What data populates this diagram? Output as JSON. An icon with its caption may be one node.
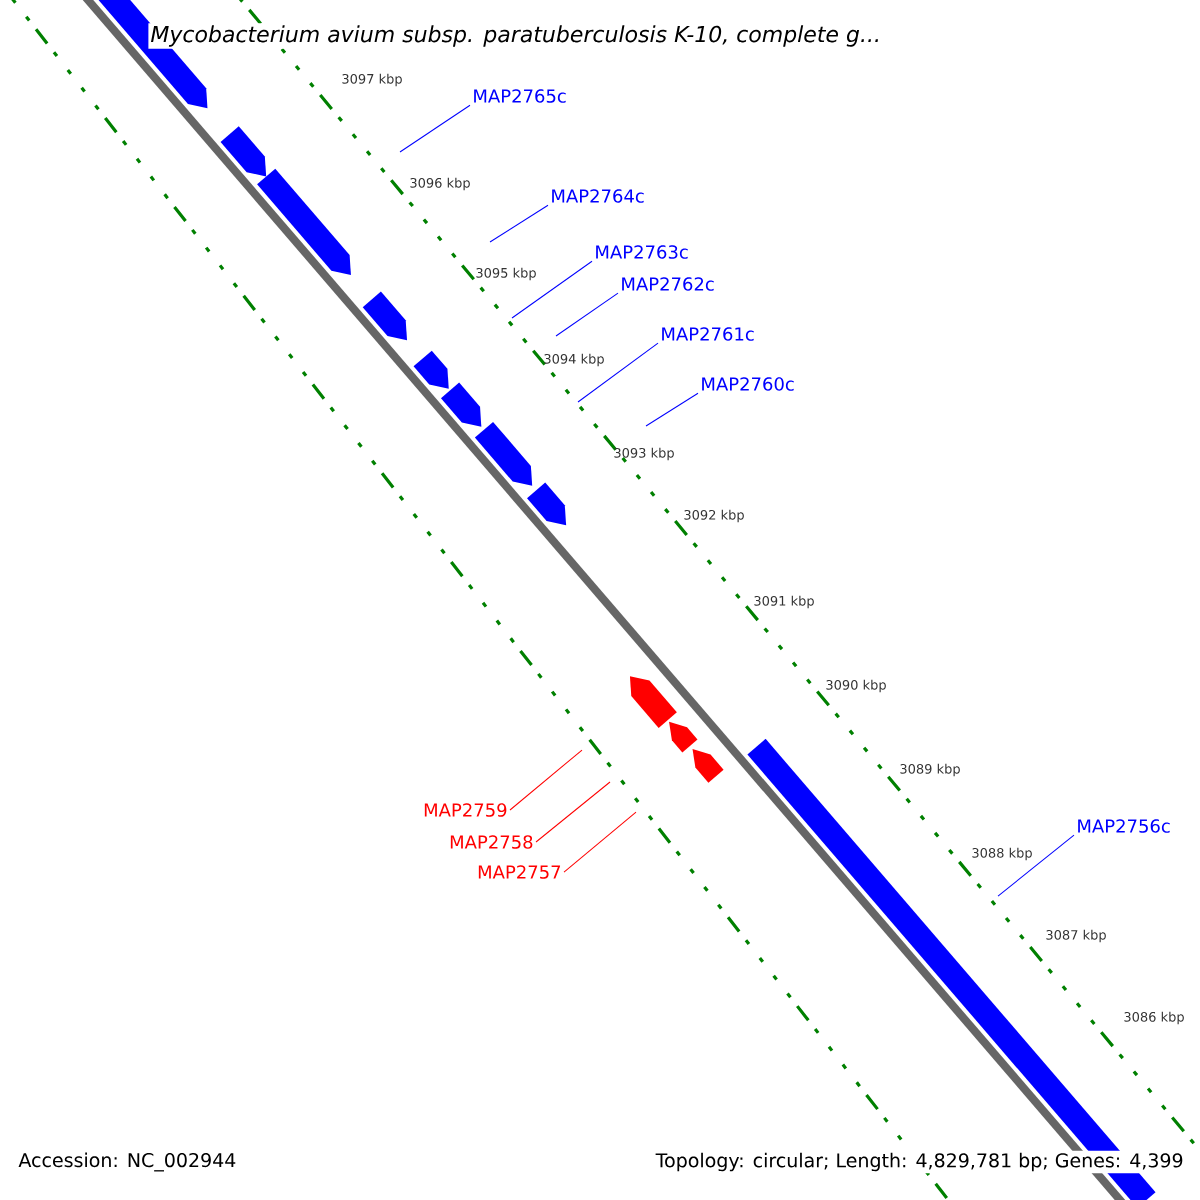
{
  "diagram": {
    "title": "Mycobacterium avium subsp. paratuberculosis K-10, complete g...",
    "nodes": [
      {
        "text": [
          "MAP2765c"
        ]
      },
      {
        "text": [
          "MAP2764c"
        ]
      },
      {
        "text": [
          "MAP2763c"
        ]
      },
      {
        "text": [
          "MAP2762c"
        ]
      },
      {
        "text": [
          "MAP2761c"
        ]
      },
      {
        "text": [
          "MAP2760c"
        ]
      },
      {
        "text": [
          "MAP2759"
        ]
      },
      {
        "text": [
          "MAP2758"
        ]
      },
      {
        "text": [
          "MAP2757"
        ]
      },
      {
        "text": [
          "MAP2756c"
        ]
      }
    ],
    "edges": [
      {
        "from": 0,
        "to": null,
        "arrow": "none"
      },
      {
        "from": 1,
        "to": null,
        "arrow": "none"
      },
      {
        "from": 2,
        "to": null,
        "arrow": "none"
      },
      {
        "from": 3,
        "to": null,
        "arrow": "none"
      },
      {
        "from": 4,
        "to": null,
        "arrow": "none"
      },
      {
        "from": 5,
        "to": null,
        "arrow": "none"
      },
      {
        "from": 6,
        "to": null,
        "arrow": "none",
        "color": "#ff0000"
      },
      {
        "from": 7,
        "to": null,
        "arrow": "none",
        "color": "#ff0000"
      },
      {
        "from": 8,
        "to": null,
        "arrow": "none",
        "color": "#ff0000"
      },
      {
        "from": 9,
        "to": null,
        "arrow": "none"
      }
    ],
    "labels": [
      "3097 kbp",
      "3096 kbp",
      "3095 kbp",
      "3094 kbp",
      "3093 kbp",
      "3092 kbp",
      "3091 kbp",
      "3090 kbp",
      "3089 kbp",
      "3088 kbp",
      "3087 kbp",
      "3086 kbp",
      "Accession: NC_002944",
      "Topology: circular; Length: 4,829,781 bp; Genes: 4,399"
    ]
  }
}
